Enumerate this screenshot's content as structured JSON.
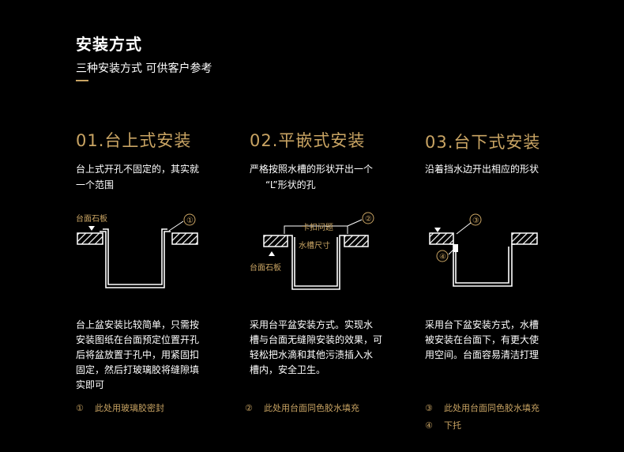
{
  "header": {
    "title": "安装方式",
    "subtitle": "三种安装方式 可供客户参考"
  },
  "columns": [
    {
      "title": "01.台上式安装",
      "desc": [
        "台上式开孔不固定的，其实就",
        "一个范围"
      ],
      "diagram_labels": {
        "counter": "台面石板",
        "marker": "①"
      },
      "body": [
        "台上盆安装比较简单，只需按",
        "安装图纸在台面预定位置开孔",
        "后将盆放置于孔中，用紧固扣",
        "固定，然后打玻璃胶将缝隙填",
        "实即可"
      ],
      "notes": [
        {
          "num": "①",
          "text": "此处用玻璃胶密封"
        }
      ]
    },
    {
      "title": "02.平嵌式安装",
      "desc": [
        "严格按照水槽的形状开出一个",
        "“L”形状的孔"
      ],
      "diagram_labels": {
        "clip": "卡扣问题",
        "size": "水槽尺寸",
        "counter": "台面石板",
        "marker": "②"
      },
      "body": [
        "采用台平盆安装方式。实现水",
        "槽与台面无缝隙安装的效果，可",
        "轻松把水滴和其他污渍插入水",
        "槽内，安全卫生。"
      ],
      "notes": [
        {
          "num": "②",
          "text": "此处用台面同色胶水填充"
        }
      ]
    },
    {
      "title": "03.台下式安装",
      "desc": [
        "沿着挡水边开出相应的形状"
      ],
      "diagram_labels": {
        "marker3": "③",
        "marker4": "④"
      },
      "body": [
        "采用台下盆安装方式，水槽",
        "被安装在台面下，有更大使",
        "用空间。台面容易清洁打理"
      ],
      "notes": [
        {
          "num": "③",
          "text": "此处用台面同色胶水填充"
        },
        {
          "num": "④",
          "text": "下托"
        }
      ]
    }
  ]
}
